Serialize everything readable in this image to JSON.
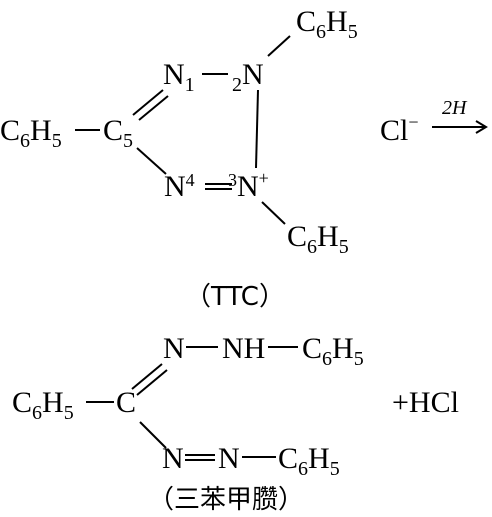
{
  "reaction": {
    "reactant": {
      "n1": "N",
      "n1_num": "1",
      "n2_num": "2",
      "n2": "N",
      "top_phenyl_c": "C",
      "top_phenyl_6": "6",
      "top_phenyl_h": "H",
      "top_phenyl_5": "5",
      "left_phenyl_c": "C",
      "left_phenyl_6": "6",
      "left_phenyl_h": "H",
      "left_phenyl_5": "5",
      "c5": "C",
      "c5_num": "5",
      "n4": "N",
      "n4_num": "4",
      "n3_num": "3",
      "n3": "N",
      "n3_charge": "+",
      "bottom_phenyl_c": "C",
      "bottom_phenyl_6": "6",
      "bottom_phenyl_h": "H",
      "bottom_phenyl_5": "5",
      "counter_ion": "Cl",
      "counter_ion_charge": "−",
      "name": "（TTC）"
    },
    "reagent": "2H",
    "product": {
      "upper_n": "N",
      "upper_nh": "NH",
      "upper_c": "C",
      "upper_6": "6",
      "upper_h": "H",
      "upper_5": "5",
      "left_c": "C",
      "left_6": "6",
      "left_h": "H",
      "left_5": "5",
      "center_c": "C",
      "lower_n1": "N",
      "lower_n2": "N",
      "lower_c": "C",
      "lower_6": "6",
      "lower_h": "H",
      "lower_5": "5",
      "byproduct": "+HCl",
      "name": "（三苯甲臜）"
    }
  }
}
